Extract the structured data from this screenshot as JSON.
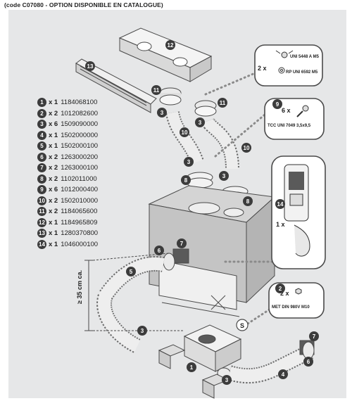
{
  "header": "(code C07080 - OPTION DISPONIBLE EN CATALOGUE)",
  "parts_list": [
    {
      "num": "1",
      "qty": "x 1",
      "code": "1184068100"
    },
    {
      "num": "2",
      "qty": "x 2",
      "code": "1012082600"
    },
    {
      "num": "3",
      "qty": "x 6",
      "code": "1509090000"
    },
    {
      "num": "4",
      "qty": "x 1",
      "code": "1502000000"
    },
    {
      "num": "5",
      "qty": "x 1",
      "code": "1502000100"
    },
    {
      "num": "6",
      "qty": "x 2",
      "code": "1263000200"
    },
    {
      "num": "7",
      "qty": "x 2",
      "code": "1263000100"
    },
    {
      "num": "8",
      "qty": "x 2",
      "code": "1102011000"
    },
    {
      "num": "9",
      "qty": "x 6",
      "code": "1012000400"
    },
    {
      "num": "10",
      "qty": "x 2",
      "code": "1502010000"
    },
    {
      "num": "11",
      "qty": "x 2",
      "code": "1184065600"
    },
    {
      "num": "12",
      "qty": "x 1",
      "code": "1184965809"
    },
    {
      "num": "13",
      "qty": "x 1",
      "code": "1280370800"
    },
    {
      "num": "14",
      "qty": "x 1",
      "code": "1046000100"
    }
  ],
  "callouts": {
    "nut_qty": "2 x",
    "nut_ref1": "UNI 5448 A M5",
    "nut_ref2": "RP UNI 6592 M5",
    "screw_num": "9",
    "screw_qty": "6 x",
    "screw_ref": "TCC UNI 7049 3,5x9,5",
    "remote_num": "14",
    "remote_qty": "1 x",
    "bolt_num": "2",
    "bolt_qty": "2 x",
    "bolt_ref": "MET DIN 980V M10"
  },
  "dimension_label": "≥ 35 cm ca.",
  "marker_s": "S",
  "part_labels": {
    "l1": "1",
    "l3a": "3",
    "l3b": "3",
    "l3c": "3",
    "l3d": "3",
    "l3e": "3",
    "l3f": "3",
    "l4": "4",
    "l5": "5",
    "l6a": "6",
    "l6b": "6",
    "l7a": "7",
    "l7b": "7",
    "l8a": "8",
    "l8b": "8",
    "l10a": "10",
    "l10b": "10",
    "l11a": "11",
    "l11b": "11",
    "l12": "12",
    "l13": "13"
  },
  "colors": {
    "panel": "#e6e7e8",
    "badge": "#3c3c3c",
    "line": "#4a4a4a",
    "dots": "#8a8a8a"
  }
}
